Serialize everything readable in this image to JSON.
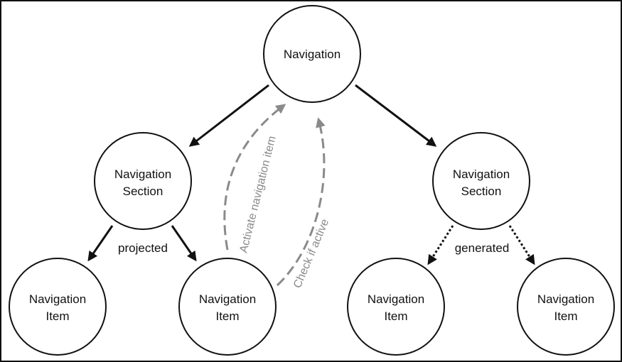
{
  "colors": {
    "frame": "#111111",
    "arrow_black": "#111111",
    "arrow_gray": "#8a8a8a",
    "background": "#ffffff"
  },
  "nodes": {
    "root": {
      "label_lines": [
        "Navigation"
      ]
    },
    "section_left": {
      "label_lines": [
        "Navigation",
        "Section"
      ]
    },
    "section_right": {
      "label_lines": [
        "Navigation",
        "Section"
      ]
    },
    "item_1": {
      "label_lines": [
        "Navigation",
        "Item"
      ]
    },
    "item_2": {
      "label_lines": [
        "Navigation",
        "Item"
      ]
    },
    "item_3": {
      "label_lines": [
        "Navigation",
        "Item"
      ]
    },
    "item_4": {
      "label_lines": [
        "Navigation",
        "Item"
      ]
    }
  },
  "edge_labels": {
    "projected": "projected",
    "generated": "generated",
    "activate": "Activate navigation item",
    "check": "Check if active"
  },
  "edges": [
    {
      "from": "root",
      "to": "section_left",
      "style": "solid"
    },
    {
      "from": "root",
      "to": "section_right",
      "style": "solid"
    },
    {
      "from": "section_left",
      "to": "item_1",
      "style": "solid"
    },
    {
      "from": "section_left",
      "to": "item_2",
      "style": "solid"
    },
    {
      "from": "section_right",
      "to": "item_3",
      "style": "dotted"
    },
    {
      "from": "section_right",
      "to": "item_4",
      "style": "dotted"
    },
    {
      "from": "item_2",
      "to": "root",
      "style": "dashed-gray",
      "label": "activate"
    },
    {
      "from": "item_2",
      "to": "root",
      "style": "dashed-gray",
      "label": "check"
    }
  ]
}
